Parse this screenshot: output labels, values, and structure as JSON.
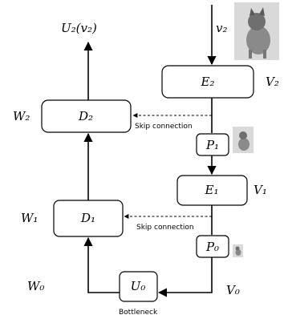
{
  "outputs": {
    "top_left": "U₂(v₂)",
    "input": "v₂"
  },
  "encoders": {
    "e2": "E₂",
    "e1": "E₁"
  },
  "decoders": {
    "d2": "D₂",
    "d1": "D₁"
  },
  "pools": {
    "p1": "P₁",
    "p0": "P₀"
  },
  "bottleneck": {
    "box": "U₀",
    "caption": "Bottleneck"
  },
  "side_labels": {
    "v2": "V₂",
    "v1": "V₁",
    "v0": "V₀",
    "w2": "W₂",
    "w1": "W₁",
    "w0": "W₀"
  },
  "skip_labels": {
    "upper": "Skip connection",
    "lower": "Skip connection"
  },
  "colors": {
    "stroke": "#000000",
    "background": "#ffffff"
  },
  "icons": {
    "kitten_large": "kitten-photo",
    "kitten_medium": "kitten-photo",
    "kitten_small": "kitten-photo"
  }
}
